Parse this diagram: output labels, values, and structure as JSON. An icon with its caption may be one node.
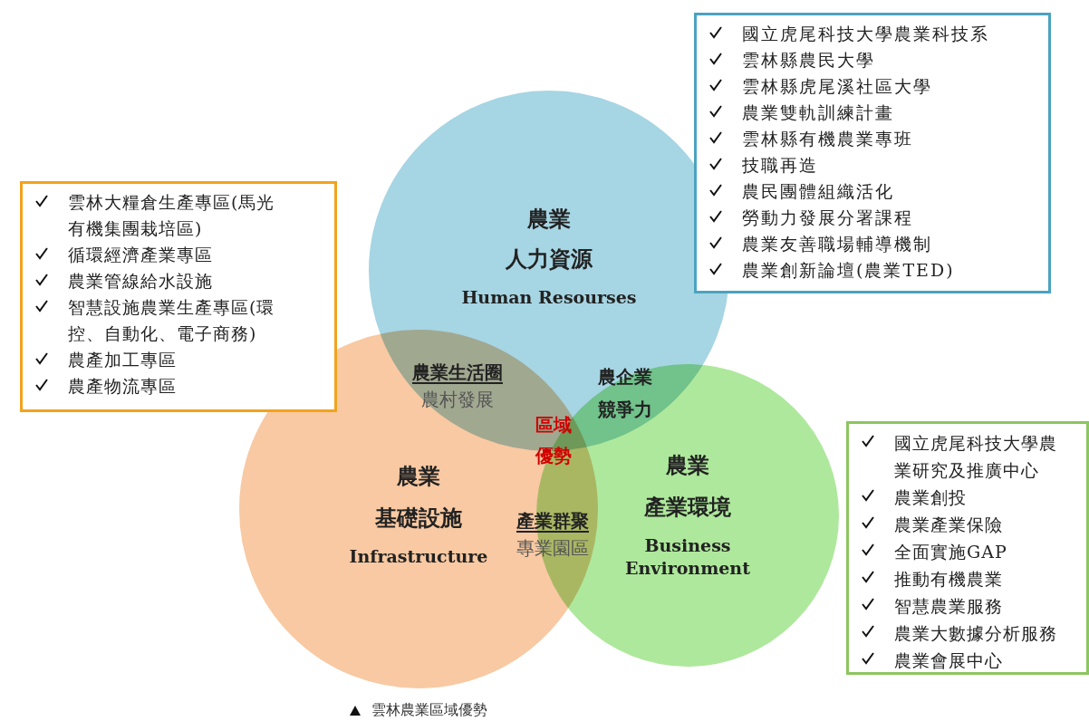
{
  "diagram": {
    "caption": "雲林農業區域優勢",
    "nodes": [
      {
        "text": [
          "國立虎尾科技大學農業科技系",
          "雲林縣農民大學",
          "雲林縣虎尾溪社區大學",
          "農業雙軌訓練計畫",
          "雲林縣有機農業專班",
          "技職再造",
          "農民團體組織活化",
          "勞動力發展分署課程",
          "農業友善職場輔導機制",
          "農業創新論壇(農業TED)"
        ]
      },
      {
        "text": [
          "農業",
          "人力資源",
          "Human Resourses"
        ]
      },
      {
        "text": [
          "雲林大糧倉生產專區(馬光有機集團栽培區)",
          "循環經濟產業專區",
          "農業管線給水設施",
          "智慧設施農業生產專區(環控、自動化、電子商務)",
          "農產加工專區",
          "農產物流專區"
        ]
      },
      {
        "text": [
          "農業",
          "基礎設施",
          "Infrastructure"
        ]
      },
      {
        "text": [
          "農業",
          "產業環境",
          "Business Environment"
        ]
      },
      {
        "text": [
          "國立虎尾科技大學農業研究及推廣中心",
          "農業創投",
          "農業產業保險",
          "全面實施GAP",
          "推動有機農業",
          "智慧農業服務",
          "農業大數據分析服務",
          "農業會展中心"
        ]
      }
    ],
    "edges": [],
    "labels": [
      "農業生活圈",
      "農村發展",
      "農企業競爭力",
      "區域優勢",
      "產業群聚",
      "專業園區"
    ]
  }
}
